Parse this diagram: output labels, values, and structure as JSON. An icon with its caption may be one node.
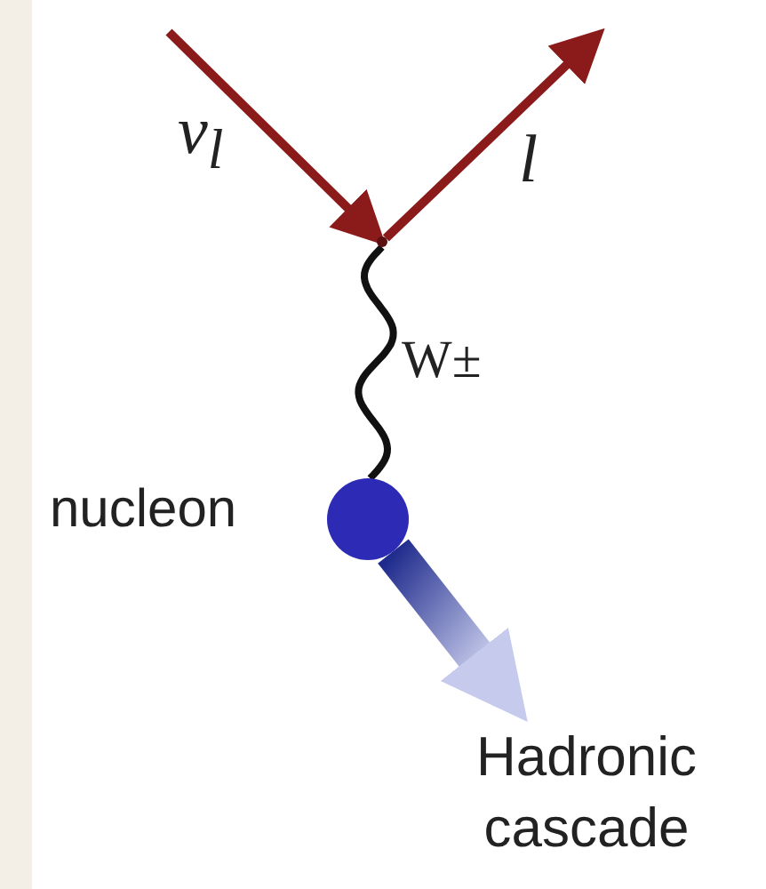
{
  "diagram": {
    "nodes": [
      {
        "text": [],
        "shape": "point"
      },
      {
        "text": [],
        "shape": "circle",
        "beside": [
          "nucleon"
        ]
      },
      {
        "text": [
          "Hadronic cascade"
        ]
      }
    ],
    "edges": [
      {
        "from": null,
        "to": 0,
        "arrow": "to",
        "label": "ν$_{l}$",
        "color": "#8b1a1a"
      },
      {
        "from": 0,
        "to": null,
        "arrow": "to",
        "label": "l",
        "color": "#8b1a1a"
      },
      {
        "from": 0,
        "to": 1,
        "arrow": "none",
        "label": "W±",
        "color": "#111111"
      },
      {
        "from": 1,
        "to": 2,
        "arrow": "to",
        "style": "thick",
        "color": "#2b2fa8"
      }
    ]
  }
}
